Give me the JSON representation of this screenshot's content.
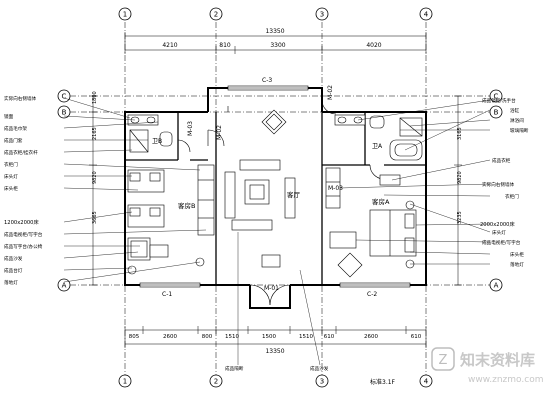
{
  "axes": {
    "columns": [
      "1",
      "2",
      "3",
      "4"
    ],
    "rows": [
      "C",
      "B",
      "A"
    ]
  },
  "dimensions": {
    "top_total": "13350",
    "top_segments": [
      "4210",
      "810",
      "3300",
      "4020"
    ],
    "bottom_total": "13350",
    "bottom_segments": [
      "805",
      "2600",
      "800",
      "1510",
      "1500",
      "1510",
      "610",
      "2600",
      "610"
    ],
    "left_segments": [
      "1800",
      "2165",
      "9820",
      "3665"
    ],
    "right_segments": [
      "3165",
      "9820",
      "3235"
    ]
  },
  "rooms": {
    "living": "客厅",
    "guest_b": "客房B",
    "guest_a": "客房A",
    "bath_b": "卫B",
    "bath_a": "卫A"
  },
  "tags": {
    "c3": "C-3",
    "c1": "C-1",
    "c2": "C-2",
    "m01": "M-01",
    "m02": "M-02",
    "m03a": "M-03",
    "m03b": "M-03",
    "m02b": "M-02"
  },
  "left_notes": [
    "实际向右侧墙体",
    "镜面",
    "成品毛巾架",
    "成品门套",
    "成品衣柜/挂衣杆",
    "衣柜门",
    "床头灯",
    "床头柜",
    "1200x2000床",
    "成品电视柜/写字台",
    "成品写字台/办公椅",
    "成品沙发",
    "成品台灯",
    "落地灯"
  ],
  "right_notes": [
    "成品镜柜/洗手台",
    "浴缸",
    "淋浴间",
    "玻璃隔断",
    "成品衣柜",
    "实际向右侧墙体",
    "衣柜门",
    "2000x2000床",
    "床头灯",
    "成品电视柜/写字台",
    "床头柜",
    "落地灯"
  ],
  "bottom_notes": [
    "成品隔断",
    "成品沙发"
  ],
  "footer": "标准3.1F",
  "watermark": {
    "brand": "知末资料库",
    "url": "www.znzmo.com"
  }
}
